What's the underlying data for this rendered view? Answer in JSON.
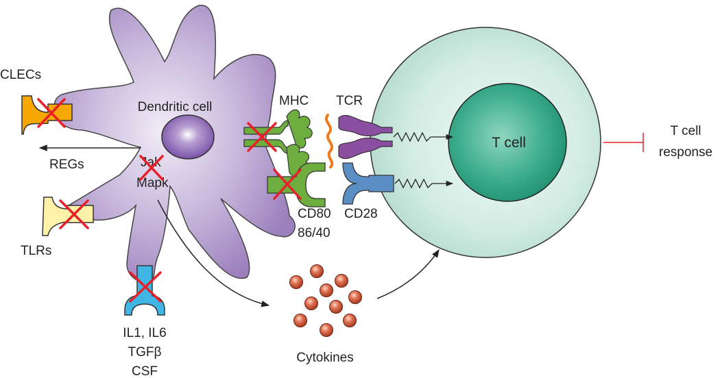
{
  "labels": {
    "dendritic_cell": "Dendritic cell",
    "clecs": "CLECs",
    "regs": "REGs",
    "jak": "Jak",
    "mapk": "Mapk",
    "tlrs": "TLRs",
    "il1_il6": "IL1, IL6",
    "tgfb": "TGFβ",
    "csf": "CSF",
    "mhc": "MHC",
    "tcr": "TCR",
    "cd80": "CD80",
    "cd86_40": "86/40",
    "cd28": "CD28",
    "cytokines": "Cytokines",
    "t_cell": "T cell",
    "t_cell_response_1": "T cell",
    "t_cell_response_2": "response"
  },
  "colors": {
    "dendritic_cell": "#9c80bd",
    "t_cell_outer": "#c9e6dc",
    "t_cell_nucleus": "#2aa383",
    "clec_receptor": "#f6a700",
    "tlr_receptor": "#fff2a8",
    "cytokine_receptor": "#3fb6e3",
    "mhc": "#6dae3f",
    "tcr": "#8a4fa0",
    "cd80": "#6dae3f",
    "cd28": "#5b8ec4",
    "cytokine": "#c8502f",
    "inhibition_cross": "#e8202a",
    "inhibition_line": "#e8202a"
  }
}
